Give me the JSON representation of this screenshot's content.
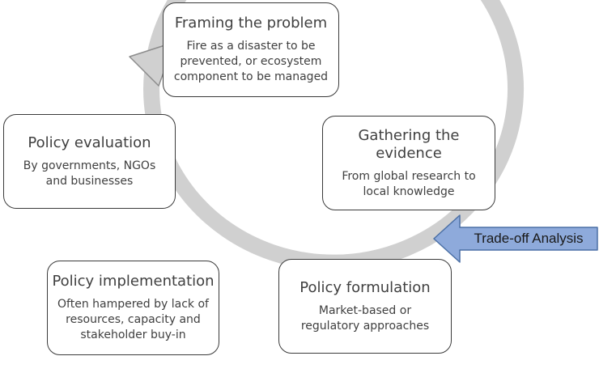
{
  "stages": {
    "framing": {
      "title": "Framing the problem",
      "description": "Fire as a disaster to be\nprevented, or ecosystem\ncomponent to be managed"
    },
    "evidence": {
      "title": "Gathering the evidence",
      "description": "From global research to\nlocal knowledge"
    },
    "formulation": {
      "title": "Policy formulation",
      "description": "Market-based or\nregulatory approaches"
    },
    "implementation": {
      "title": "Policy implementation",
      "description": "Often hampered by lack of\nresources, capacity and\nstakeholder buy-in"
    },
    "evaluation": {
      "title": "Policy evaluation",
      "description": "By governments, NGOs\nand businesses"
    }
  },
  "callout": {
    "label": "Trade-off Analysis",
    "fill_color": "#8eaadb",
    "stroke_color": "#4a6fa5"
  },
  "cycle_arrow_color": "#d0d0d0"
}
